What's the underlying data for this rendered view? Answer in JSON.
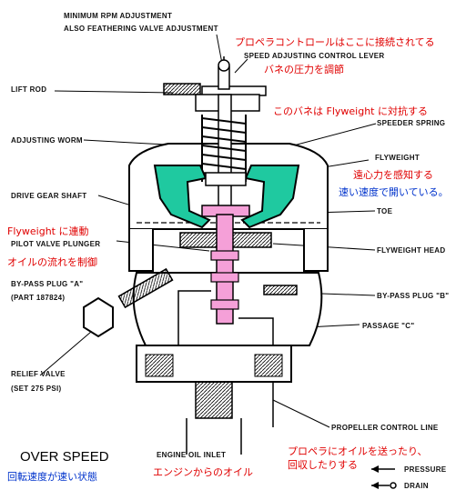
{
  "labels": {
    "min_rpm": "MINIMUM RPM ADJUSTMENT",
    "feathering": "ALSO FEATHERING VALVE ADJUSTMENT",
    "speed_lever": "SPEED ADJUSTING CONTROL LEVER",
    "lift_rod": "LIFT ROD",
    "adjusting_worm": "ADJUSTING WORM",
    "speeder_spring": "SPEEDER SPRING",
    "flyweight": "FLYWEIGHT",
    "drive_gear_shaft": "DRIVE GEAR SHAFT",
    "toe": "TOE",
    "pilot_valve": "PILOT VALVE PLUNGER",
    "flyweight_head": "FLYWEIGHT HEAD",
    "bypass_a": "BY-PASS PLUG \"A\"",
    "part": "(PART 187824)",
    "bypass_b": "BY-PASS PLUG \"B\"",
    "passage_c": "PASSAGE \"C\"",
    "relief_valve": "RELIEF VALVE",
    "set_psi": "(SET 275 PSI)",
    "prop_control_line": "PROPELLER CONTROL LINE",
    "engine_oil_inlet": "ENGINE OIL INLET",
    "pressure": "PRESSURE",
    "drain": "DRAIN"
  },
  "notes": {
    "lever_jp_1": "プロペラコントロールはここに接続されてる",
    "lever_jp_2": "バネの圧力を調節",
    "spring_jp": "このバネは Flyweight に対抗する",
    "flyweight_jp_1": "遠心力を感知する",
    "flyweight_jp_2": "速い速度で開いている。",
    "pilot_jp_1": "Flyweight に連動",
    "pilot_jp_2": "オイルの流れを制御",
    "prop_line_jp_1": "プロペラにオイルを送ったり、",
    "prop_line_jp_2": "回収したりする",
    "oil_inlet_jp": "エンジンからのオイル",
    "overspeed_jp": "回転速度が速い状態"
  },
  "title": "OVER SPEED",
  "colors": {
    "flyweight_fill": "#1fc9a0",
    "plunger_fill": "#f5a0d8",
    "note_red": "#e00000",
    "note_blue": "#0033cc"
  }
}
